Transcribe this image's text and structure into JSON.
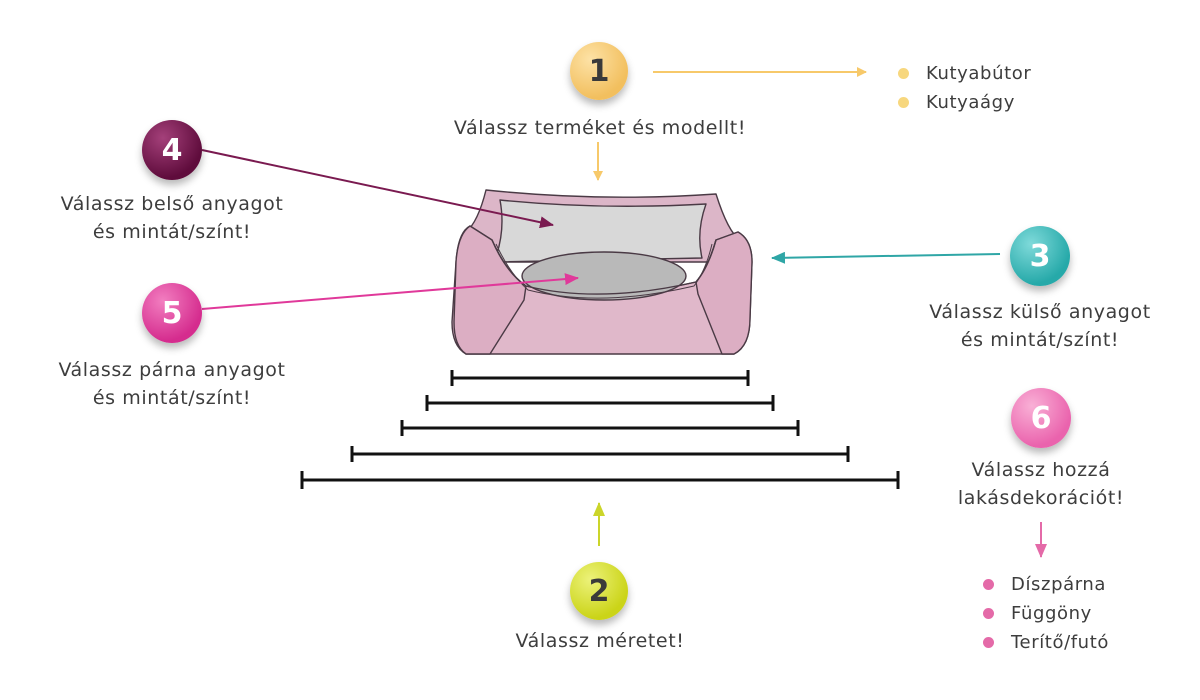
{
  "steps": {
    "s1": {
      "number": "1",
      "label": "Válassz terméket és modellt!",
      "color": "#f7c96a"
    },
    "s2": {
      "number": "2",
      "label": "Válassz méretet!",
      "color": "#d6e01c"
    },
    "s3": {
      "number": "3",
      "label_line1": "Válassz külső anyagot",
      "label_line2": "és mintát/színt!",
      "color": "#2fb3b3"
    },
    "s4": {
      "number": "4",
      "label_line1": "Válassz belső anyagot",
      "label_line2": "és mintát/színt!",
      "color": "#6b0f45"
    },
    "s5": {
      "number": "5",
      "label_line1": "Válassz párna anyagot",
      "label_line2": "és mintát/színt!",
      "color": "#e0399a"
    },
    "s6": {
      "number": "6",
      "label_line1": "Válassz hozzá",
      "label_line2": "lakásdekorációt!",
      "color": "#ee6fb5"
    }
  },
  "product_list": {
    "items": [
      "Kutyabútor",
      "Kutyaágy"
    ],
    "bullet_color": "#f7d77e"
  },
  "decor_list": {
    "items": [
      "Díszpárna",
      "Függöny",
      "Terítő/futó"
    ],
    "bullet_color": "#e46aa8"
  },
  "colors": {
    "bed_outer": "#e0b8ca",
    "bed_inner": "#d8d8d8",
    "bed_cushion": "#b9b9b9",
    "size_bar": "#111111"
  }
}
